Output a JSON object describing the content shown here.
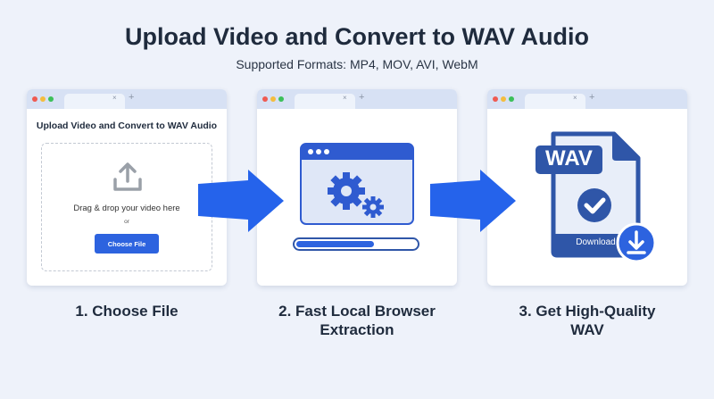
{
  "header": {
    "title": "Upload Video and Convert to WAV Audio",
    "subtitle": "Supported Formats: MP4, MOV, AVI, WebM"
  },
  "browser_tab": {
    "close": "×",
    "new_tab": "+"
  },
  "card1": {
    "heading": "Upload Video and Convert to WAV Audio",
    "drop_text": "Drag & drop your video here",
    "or": "or",
    "button": "Choose File"
  },
  "card2": {
    "progress_percent": 65
  },
  "card3": {
    "badge": "WAV",
    "download_label": "Download"
  },
  "steps": [
    {
      "line1": "1. Choose File"
    },
    {
      "line1": "2. Fast Local Browser",
      "line2": "Extraction"
    },
    {
      "line1": "3. Get High-Quality",
      "line2": "WAV"
    }
  ],
  "colors": {
    "accent": "#2d63df",
    "dark_blue": "#2f56a8"
  }
}
